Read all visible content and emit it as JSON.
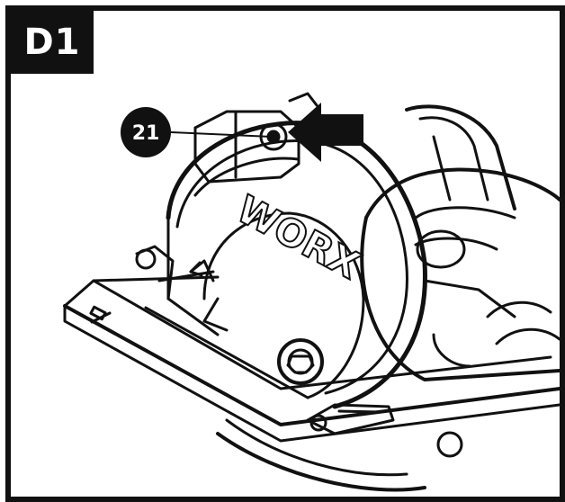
{
  "figure": {
    "step_label": "D1",
    "callout_number": "21",
    "brand_text": "WORX"
  },
  "colors": {
    "ink": "#111111",
    "paper": "#ffffff"
  },
  "icons": [
    "arrow-right-icon",
    "circular-saw-drawing"
  ]
}
